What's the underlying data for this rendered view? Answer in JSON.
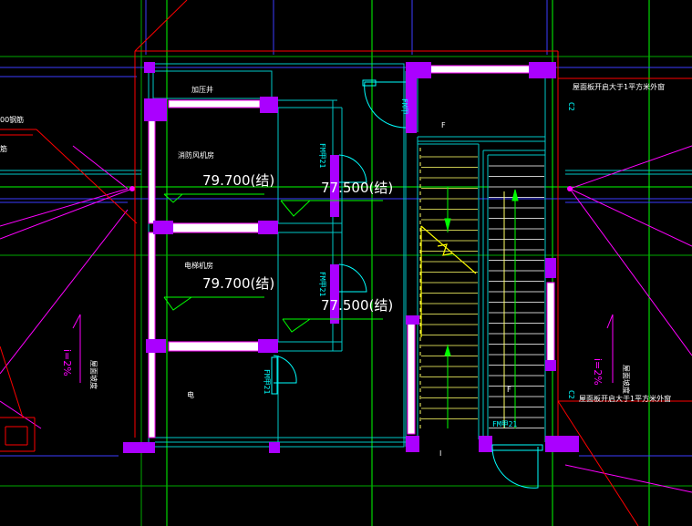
{
  "colors": {
    "background": "#000000",
    "wall_fill": "#ffffff",
    "wall_outline": "#ff00ff",
    "column": "#aa00ff",
    "grid_line": "#00ff00",
    "annotation": "#ff00ff",
    "boundary": "#ff0000",
    "door_line": "#00ffff",
    "frame_line": "#00c8c8",
    "stair_line": "#ffff66",
    "stair_tread": "#c8c8c8",
    "arrow": "#00ff00",
    "text": "#ffffff"
  },
  "rooms": {
    "corridor": "加压井",
    "fan_room": "消防风机房",
    "electric_room": "电梯机房",
    "bottom_room": "电"
  },
  "levels": {
    "upper_left": "79.700(结)",
    "upper_right": "77.500(结)",
    "lower_left": "79.700(结)",
    "lower_right": "77.500(结)"
  },
  "doors": {
    "top_right": "FM甲",
    "upper_mid": "FM甲21",
    "lower_mid": "FM甲21",
    "bottom_left": "FM甲21",
    "stair_bottom": "FM甲21"
  },
  "stair": {
    "label_up": "F",
    "label_down": "F",
    "label_bottom": "I"
  },
  "notes": {
    "right_top": "屋面板开启大于1平方米外窗",
    "right_bottom": "屋面板开启大于1平方米外窗",
    "left_fragment_a": "00钢筋",
    "left_fragment_b": "筋",
    "right_slope_label": "屋面坡度"
  },
  "codes": {
    "c2_top": "C2",
    "c2_bottom": "C2"
  },
  "slopes": {
    "left": "i=2%",
    "right": "i=2%"
  }
}
